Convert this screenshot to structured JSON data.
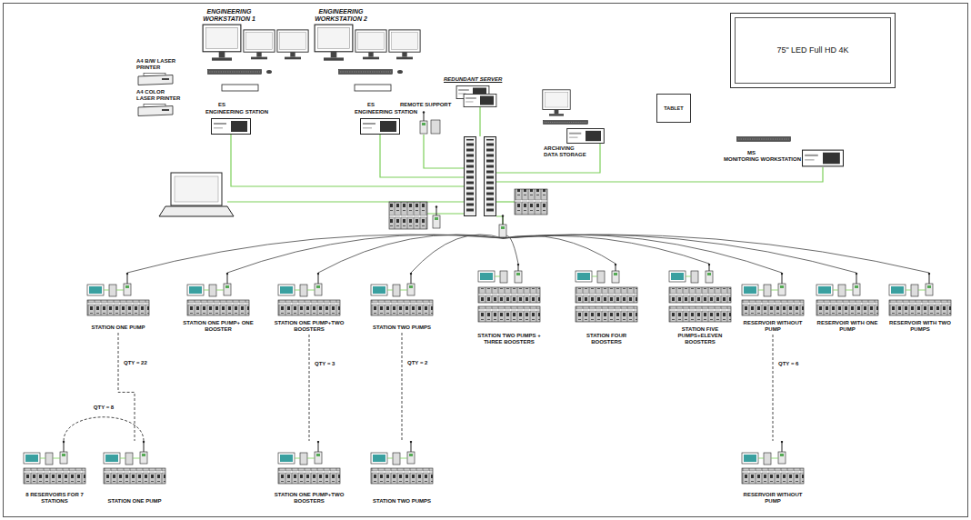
{
  "diagram": {
    "nodes": [
      {
        "text": [
          "TABLET"
        ]
      },
      {
        "text": [
          "75\" LED Full HD 4K"
        ]
      },
      {
        "text": [
          "STATION ONE PUMP"
        ]
      },
      {
        "text": [
          "STATION ONE PUMP+ ONE BOOSTER"
        ]
      },
      {
        "text": [
          "STATION ONE PUMP+TWO BOOSTERS"
        ]
      },
      {
        "text": [
          "STATION TWO PUMPS"
        ]
      },
      {
        "text": [
          "STATION TWO PUMPS + THREE BOOSTERS"
        ]
      },
      {
        "text": [
          "STATION FOUR BOOSTERS"
        ]
      },
      {
        "text": [
          "STATION FIVE PUMPS+ELEVEN BOOSTERS"
        ]
      },
      {
        "text": [
          "RESERVOIR WITHOUT PUMP"
        ]
      },
      {
        "text": [
          "RESERVOIR WITH ONE PUMP"
        ]
      },
      {
        "text": [
          "RESERVOIR WITH TWO PUMPS"
        ]
      },
      {
        "text": [
          "8 RESERVOIRS FOR 7 STATIONS"
        ]
      },
      {
        "text": [
          "STATION ONE PUMP"
        ]
      },
      {
        "text": [
          "STATION ONE PUMP+TWO BOOSTERS"
        ]
      },
      {
        "text": [
          "STATION TWO PUMPS"
        ]
      },
      {
        "text": [
          "RESERVOIR WITHOUT PUMP"
        ]
      }
    ],
    "edges": [
      {
        "from": 2,
        "to": 13,
        "arrow": "none",
        "label": "QTY = 22"
      },
      {
        "from": 12,
        "to": 13,
        "arrow": "none",
        "label": "QTY = 8"
      },
      {
        "from": 4,
        "to": 14,
        "arrow": "none",
        "label": "QTY = 3"
      },
      {
        "from": 5,
        "to": 15,
        "arrow": "none",
        "label": "QTY = 2"
      },
      {
        "from": 9,
        "to": 16,
        "arrow": "none",
        "label": "QTY = 6"
      }
    ],
    "labels": [
      "ENGINEERING WORKSTATION 1",
      "ENGINEERING WORKSTATION 2",
      "A4 B/W LASER PRINTER",
      "A4 COLOR LASER PRINTER",
      "ES",
      "ENGINEERING STATION",
      "ES",
      "ENGINEERING STATION",
      "REDUNDANT SERVER",
      "REMOTE SUPPORT",
      "ARCHIVING DATA STORAGE",
      "MS",
      "MONITORING WORKSTATION"
    ]
  }
}
